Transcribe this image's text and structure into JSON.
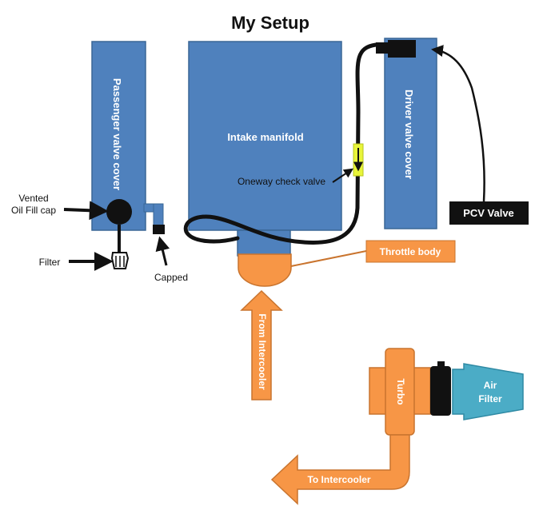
{
  "title": "My Setup",
  "components": {
    "passenger_valve_cover": "Passenger valve cover",
    "intake_manifold": "Intake manifold",
    "driver_valve_cover": "Driver valve cover",
    "turbo": "Turbo",
    "air_filter_line1": "Air",
    "air_filter_line2": "Filter"
  },
  "labels": {
    "vented_line1": "Vented",
    "vented_line2": "Oil Fill cap",
    "filter": "Filter",
    "capped": "Capped",
    "check_valve": "Oneway check valve",
    "pcv_valve": "PCV Valve",
    "throttle_body": "Throttle body",
    "from_intercooler": "From Intercooler",
    "to_intercooler": "To Intercooler"
  },
  "colors": {
    "blue": "#4f81bd",
    "blue_border": "#3a6796",
    "orange": "#f79646",
    "orange_border": "#c9742e",
    "teal": "#4bacc6",
    "teal_border": "#2f8aa4",
    "black": "#111111",
    "check_valve": "#e8f53a"
  }
}
